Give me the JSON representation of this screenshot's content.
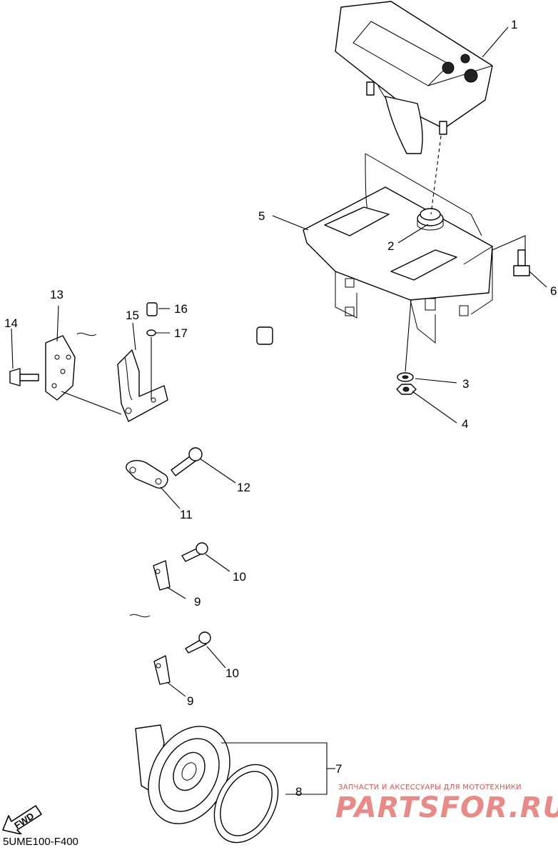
{
  "callouts": {
    "c1": "1",
    "c2": "2",
    "c3": "3",
    "c4": "4",
    "c5": "5",
    "c6": "6",
    "c7": "7",
    "c8": "8",
    "c9a": "9",
    "c9b": "9",
    "c10a": "10",
    "c10b": "10",
    "c11": "11",
    "c12": "12",
    "c13": "13",
    "c14": "14",
    "c15": "15",
    "c16": "16",
    "c17": "17"
  },
  "fwd_label": "FWD",
  "diagram_code": "5UME100-F400",
  "watermark": {
    "tagline": "ЗАПЧАСТИ И АКСЕССУАРЫ ДЛЯ МОТОТЕХНИКИ",
    "brand": "PARTSFOR.RU"
  }
}
